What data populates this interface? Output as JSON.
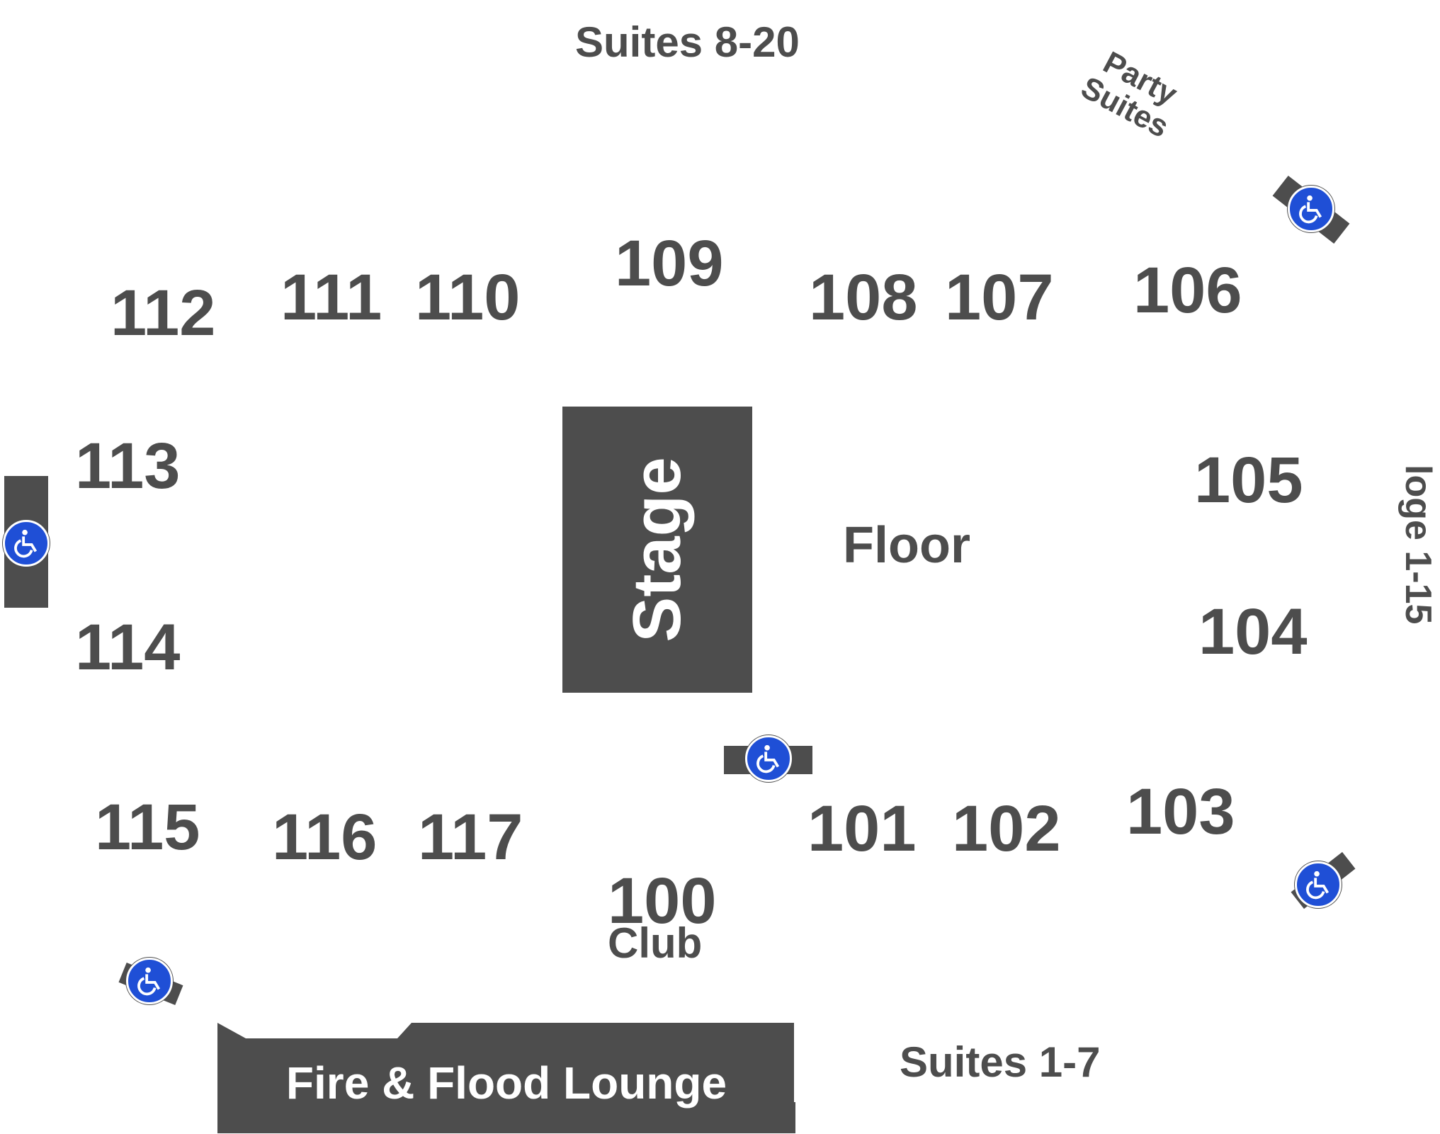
{
  "venue_map": {
    "suites_top": "Suites 8-20",
    "party_suites_line1": "Party",
    "party_suites_line2": "Suites",
    "loge": "loge 1-15",
    "suites_bottom": "Suites 1-7",
    "stage": "Stage",
    "floor": "Floor",
    "club_section": "100",
    "club_label": "Club",
    "lounge": "Fire & Flood Lounge",
    "sections": {
      "s101": "101",
      "s102": "102",
      "s103": "103",
      "s104": "104",
      "s105": "105",
      "s106": "106",
      "s107": "107",
      "s108": "108",
      "s109": "109",
      "s110": "110",
      "s111": "111",
      "s112": "112",
      "s113": "113",
      "s114": "114",
      "s115": "115",
      "s116": "116",
      "s117": "117"
    },
    "accessible_icon": "wheelchair-icon",
    "colors": {
      "label_gray": "#4d4d4d",
      "block_fill": "#4d4d4d",
      "accessible_blue": "#1f4fd6",
      "background": "#ffffff"
    }
  }
}
